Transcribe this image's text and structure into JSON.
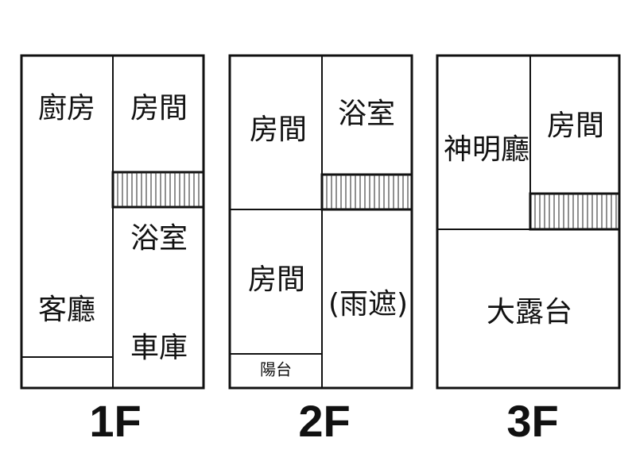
{
  "floors": [
    {
      "label": "1F",
      "rooms": [
        "廚房",
        "房間",
        "浴室",
        "客廳",
        "車庫"
      ]
    },
    {
      "label": "2F",
      "rooms": [
        "房間",
        "浴室",
        "房間",
        "(雨遮)",
        "陽台"
      ]
    },
    {
      "label": "3F",
      "rooms": [
        "神明廳",
        "房間",
        "大露台"
      ]
    }
  ]
}
